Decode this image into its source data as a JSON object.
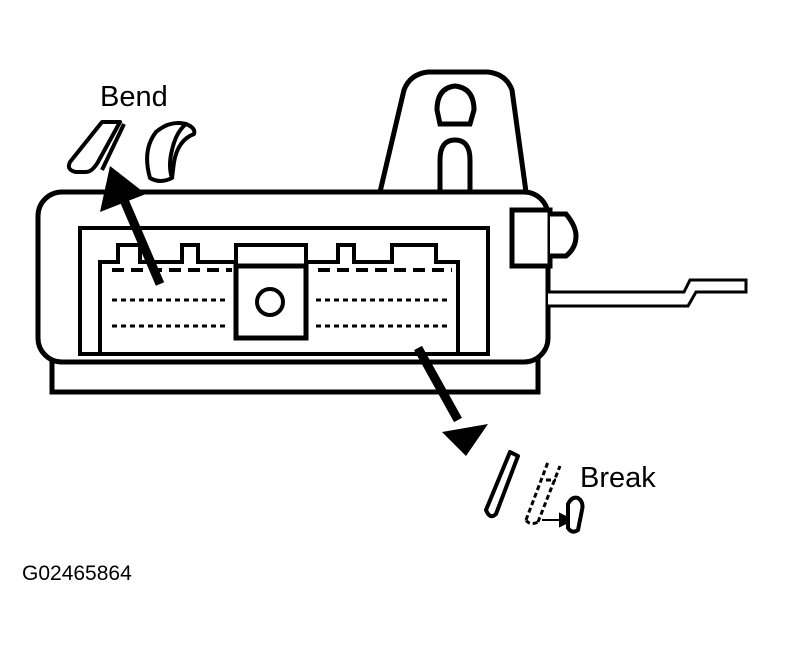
{
  "labels": {
    "bend": "Bend",
    "break": "Break",
    "figure_id": "G02465864"
  },
  "colors": {
    "ink": "#000000",
    "paper": "#ffffff"
  }
}
